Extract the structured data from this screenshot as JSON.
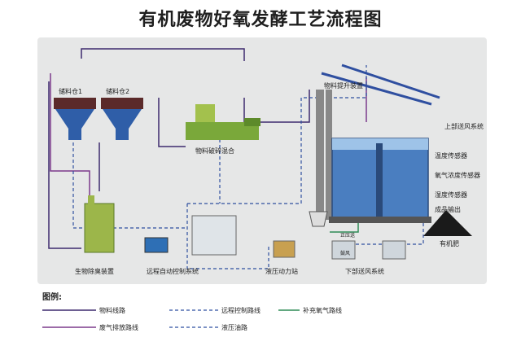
{
  "title": "有机废物好氧发酵工艺流程图",
  "labels": {
    "storage1": "储料仓1",
    "storage2": "储料仓2",
    "crusher": "物料破碎混合",
    "lifter": "物料提升装置",
    "top_air": "上部送风系统",
    "temp_sensor": "温度传感器",
    "oxygen_sensor": "氧气浓度传感器",
    "humidity_sensor": "湿度传感器",
    "product_out": "成品输出",
    "fertilizer": "有机肥",
    "deodor": "生物除臭装置",
    "remote_ctrl": "远程自动控制系统",
    "hydraulic": "液压动力站",
    "bottom_air": "下部送风系统",
    "oxygen_small": "正压送",
    "blower_small": "鼓风"
  },
  "legend": {
    "title": "图例:",
    "items": [
      {
        "label": "物料线路",
        "color": "#3d2a6e",
        "style": "solid"
      },
      {
        "label": "远程控制路线",
        "color": "#2f4fa0",
        "style": "dashed"
      },
      {
        "label": "补充氧气路线",
        "color": "#2e8b57",
        "style": "solid"
      },
      {
        "label": "废气排放路线",
        "color": "#7b3a8c",
        "style": "solid"
      },
      {
        "label": "液压油路",
        "color": "#2f4fa0",
        "style": "dashed"
      }
    ]
  }
}
